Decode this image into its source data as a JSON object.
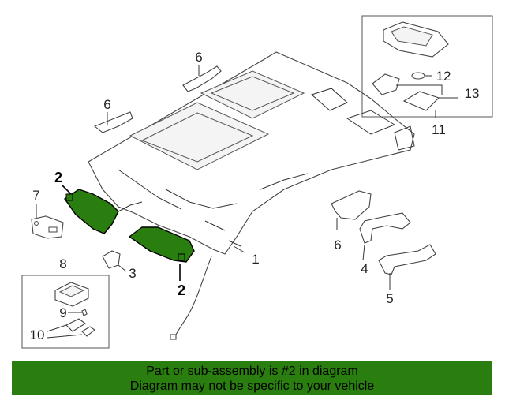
{
  "diagram": {
    "callouts": {
      "c1": "1",
      "c2a": "2",
      "c2b": "2",
      "c3": "3",
      "c4": "4",
      "c5": "5",
      "c6a": "6",
      "c6b": "6",
      "c6c": "6",
      "c7": "7",
      "c8": "8",
      "c9": "9",
      "c10": "10",
      "c11": "11",
      "c12": "12",
      "c13": "13"
    },
    "highlight_color": "#2a7d0f"
  },
  "banner": {
    "line1": "Part or sub-assembly is #2 in diagram",
    "line2": "Diagram may not be specific to your vehicle",
    "color": "#2a7d0f"
  }
}
